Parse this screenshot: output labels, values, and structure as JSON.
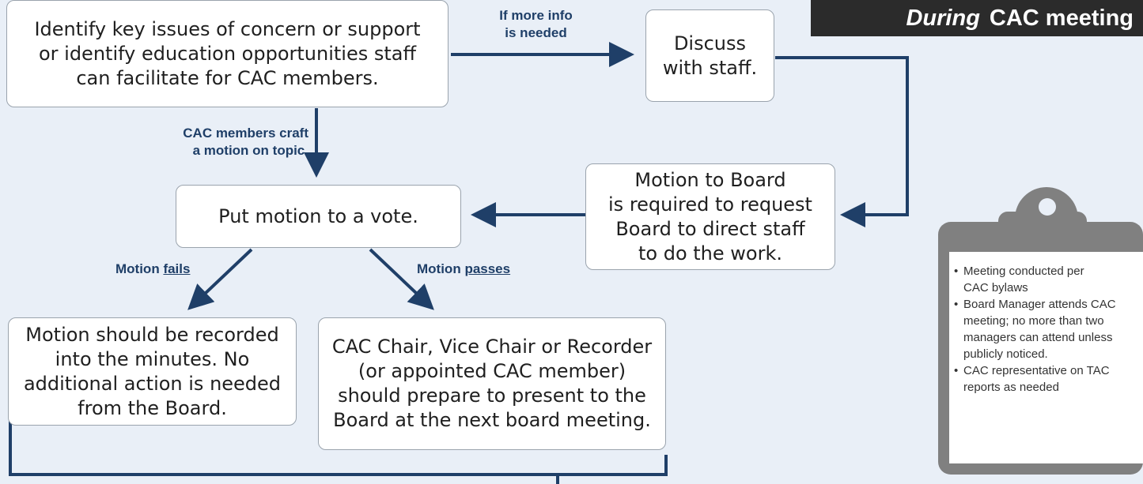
{
  "banner": {
    "emphasis": "During",
    "title": "CAC meeting"
  },
  "nodes": {
    "identify": [
      "Identify key issues of concern or support",
      "or identify education opportunities staff",
      "can facilitate for CAC members."
    ],
    "discuss": [
      "Discuss",
      "with staff."
    ],
    "motion_board": [
      "Motion to Board",
      "is required to request",
      "Board to direct staff",
      "to do the work."
    ],
    "vote": [
      "Put motion to a vote."
    ],
    "recorded": [
      "Motion should be recorded",
      "into the minutes. No",
      "additional action is needed",
      "from the Board."
    ],
    "present": [
      "CAC Chair, Vice Chair or Recorder",
      "(or appointed CAC member)",
      "should prepare to present to the",
      "Board at the next board meeting."
    ]
  },
  "edge_labels": {
    "more_info": [
      "If more info",
      "is needed"
    ],
    "craft": [
      "CAC members craft",
      "a motion on topic."
    ],
    "fails_prefix": "Motion",
    "fails_word": "fails",
    "passes_prefix": "Motion",
    "passes_word": "passes"
  },
  "checklist": [
    "Meeting conducted per CAC bylaws",
    "Board Manager attends CAC meeting; no more than two managers can attend unless publicly noticed.",
    "CAC representative on TAC reports as needed"
  ],
  "colors": {
    "connector": "#1f3f68",
    "background": "#e9eff7",
    "banner": "#2b2b2b",
    "clipboard": "#808080"
  }
}
